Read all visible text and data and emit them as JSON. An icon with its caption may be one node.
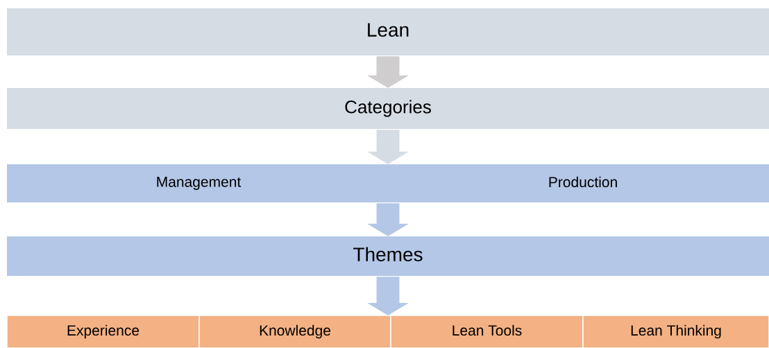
{
  "diagram": {
    "nodes": [
      {
        "text": [
          "Lean"
        ]
      },
      {
        "text": [
          "Categories"
        ]
      },
      {
        "text": [
          "Management",
          "Production"
        ]
      },
      {
        "text": [
          "Themes"
        ]
      },
      {
        "text": [
          "Experience"
        ]
      },
      {
        "text": [
          "Knowledge"
        ]
      },
      {
        "text": [
          "Lean Tools"
        ]
      },
      {
        "text": [
          "Lean Thinking"
        ]
      }
    ],
    "edges": [
      {
        "from": 0,
        "to": 1,
        "arrow": "to",
        "color": "#cfcdcd"
      },
      {
        "from": 1,
        "to": 2,
        "arrow": "to",
        "color": "#d6dce4"
      },
      {
        "from": 2,
        "to": 3,
        "arrow": "to"
      },
      {
        "from": 3,
        "to": null,
        "arrow": "to"
      }
    ]
  }
}
